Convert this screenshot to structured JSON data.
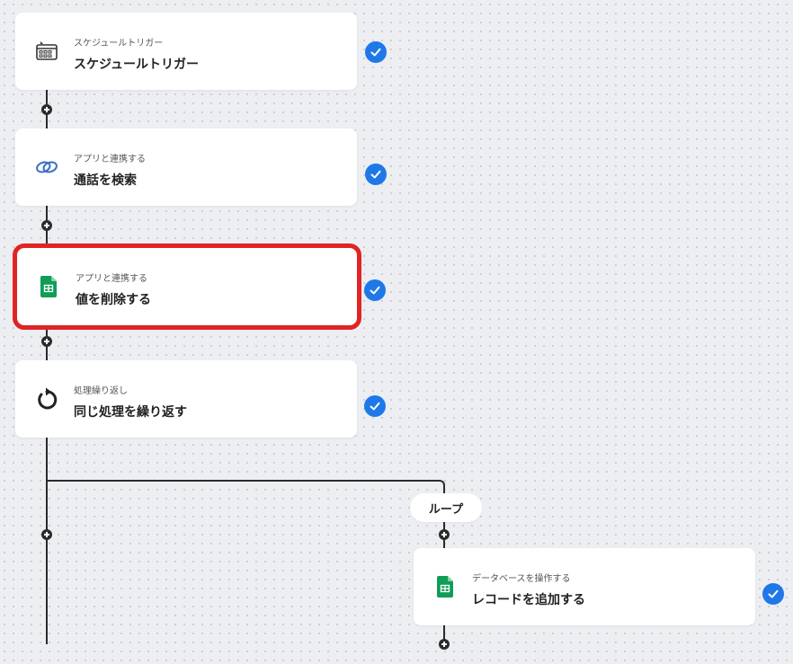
{
  "flow": {
    "steps": [
      {
        "subtitle": "スケジュールトリガー",
        "title": "スケジュールトリガー",
        "icon": "calendar-schedule-icon",
        "status": "completed"
      },
      {
        "subtitle": "アプリと連携する",
        "title": "通話を検索",
        "icon": "link-chain-icon",
        "status": "completed"
      },
      {
        "subtitle": "アプリと連携する",
        "title": "値を削除する",
        "icon": "google-sheets-icon",
        "status": "completed",
        "selected": true
      },
      {
        "subtitle": "処理繰り返し",
        "title": "同じ処理を繰り返す",
        "icon": "loop-repeat-icon",
        "status": "completed"
      }
    ],
    "loop": {
      "label": "ループ",
      "step": {
        "subtitle": "データベースを操作する",
        "title": "レコードを追加する",
        "icon": "google-sheets-icon",
        "status": "completed"
      }
    }
  },
  "colors": {
    "check": "#1f78e8",
    "selection": "#e02424",
    "sheets": "#0f9d58",
    "link": "#3b6fc4"
  }
}
